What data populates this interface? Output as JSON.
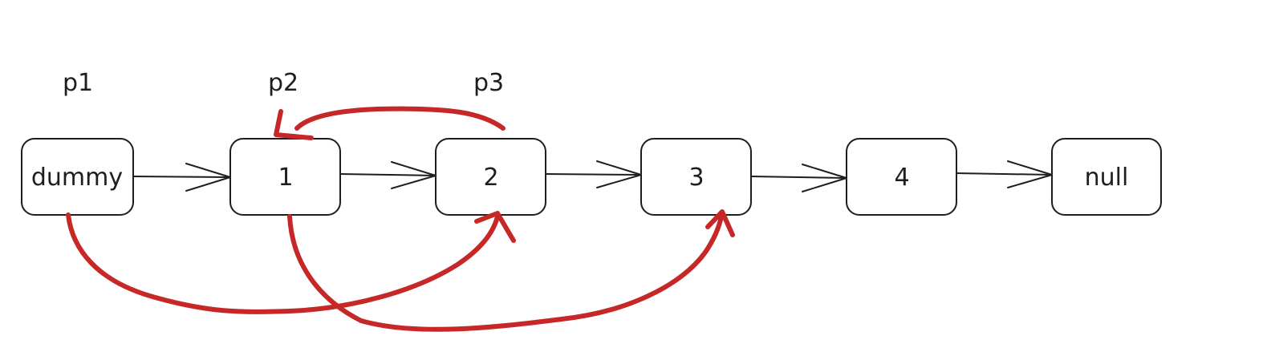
{
  "diagram": {
    "nodes": [
      {
        "id": "dummy",
        "label": "dummy"
      },
      {
        "id": "n1",
        "label": "1"
      },
      {
        "id": "n2",
        "label": "2"
      },
      {
        "id": "n3",
        "label": "3"
      },
      {
        "id": "n4",
        "label": "4"
      },
      {
        "id": "null",
        "label": "null"
      }
    ],
    "pointers": [
      {
        "label": "p1",
        "target": "dummy"
      },
      {
        "label": "p2",
        "target": "n1"
      },
      {
        "label": "p3",
        "target": "n2"
      }
    ],
    "colors": {
      "ink": "#1e1e1e",
      "red": "#c62828"
    }
  }
}
